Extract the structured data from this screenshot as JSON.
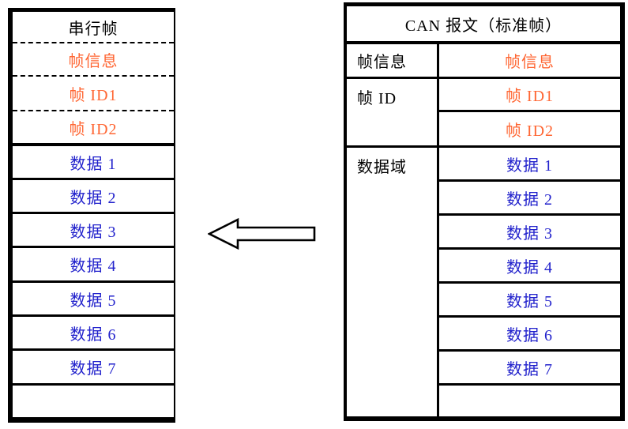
{
  "left_table": {
    "title": "串行帧",
    "rows": [
      {
        "label": "帧信息",
        "color": "orange"
      },
      {
        "label": "帧 ID1",
        "color": "orange"
      },
      {
        "label": "帧 ID2",
        "color": "orange"
      },
      {
        "label": "数据 1",
        "color": "blue"
      },
      {
        "label": "数据 2",
        "color": "blue"
      },
      {
        "label": "数据 3",
        "color": "blue"
      },
      {
        "label": "数据 4",
        "color": "blue"
      },
      {
        "label": "数据 5",
        "color": "blue"
      },
      {
        "label": "数据 6",
        "color": "blue"
      },
      {
        "label": "数据 7",
        "color": "blue"
      },
      {
        "label": "",
        "color": "none"
      }
    ]
  },
  "right_table": {
    "title": "CAN 报文（标准帧）",
    "row_groups": [
      {
        "field": "帧信息",
        "values": [
          "帧信息"
        ],
        "color": "orange"
      },
      {
        "field": "帧 ID",
        "values": [
          "帧 ID1",
          "帧 ID2"
        ],
        "color": "orange"
      },
      {
        "field": "数据域",
        "values": [
          "数据 1",
          "数据 2",
          "数据 3",
          "数据 4",
          "数据 5",
          "数据 6",
          "数据 7",
          ""
        ],
        "color": "blue"
      }
    ]
  },
  "arrow": {
    "direction": "left"
  },
  "colors": {
    "orange": "#FF6633",
    "blue": "#2222CC",
    "line": "#000000",
    "background": "#FFFFFF"
  }
}
